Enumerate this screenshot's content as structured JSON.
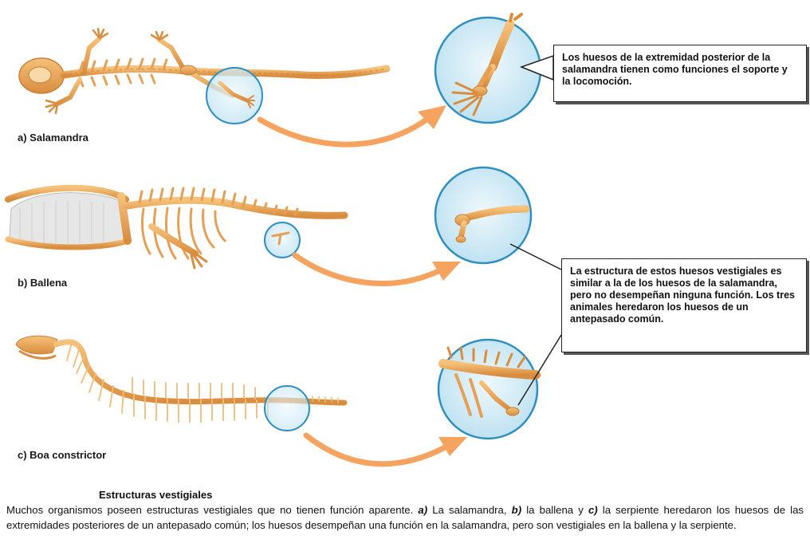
{
  "panels": [
    {
      "id": "a",
      "label": "a) Salamandra"
    },
    {
      "id": "b",
      "label": "b) Ballena"
    },
    {
      "id": "c",
      "label": "c) Boa constrictor"
    }
  ],
  "callouts": {
    "top": "Los huesos de la extremidad posterior de la salamandra tienen como funciones el soporte y la locomoción.",
    "middle": "La estructura de estos huesos vestigiales es similar a la de los huesos de la salamandra, pero no desempeñan ninguna función. Los tres animales heredaron los huesos de un antepasado común."
  },
  "caption": {
    "title": "Estructuras vestigiales",
    "part1": "Muchos organismos poseen estructuras vestigiales que no tienen función aparente. ",
    "mark_a": "a)",
    "part2": " La salamandra, ",
    "mark_b": "b)",
    "part3": " la ballena y ",
    "mark_c": "c)",
    "part4": " la serpiente heredaron los huesos de las extremidades posteriores de un antepasado común; los huesos desempeñan una función en la salamandra, pero son vestigiales en la ballena y la serpiente."
  },
  "colors": {
    "bone": "#e9a85a",
    "bone_dark": "#c9803a",
    "zoom_fill": "#d9eef7",
    "zoom_stroke": "#2f8fc0",
    "arrow": "#f5a35e"
  }
}
